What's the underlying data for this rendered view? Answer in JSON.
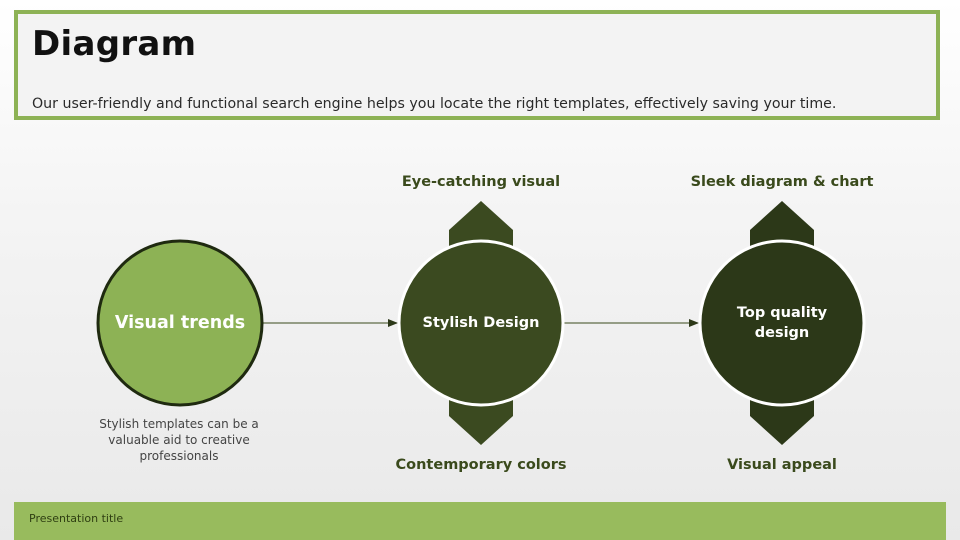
{
  "header": {
    "title": "Diagram",
    "subtitle": "Our user-friendly and functional search engine helps you locate the right templates, effectively saving your time."
  },
  "nodes": [
    {
      "label": "Visual trends",
      "color": "#8db255"
    },
    {
      "label": "Stylish Design",
      "color": "#3b4a20"
    },
    {
      "label": "Top quality design",
      "color": "#2c3818"
    }
  ],
  "callouts": {
    "stylish_top": "Eye-catching visual",
    "stylish_bottom": "Contemporary colors",
    "quality_top": "Sleek diagram & chart",
    "quality_bottom": "Visual appeal"
  },
  "description": "Stylish templates can be a valuable aid to creative professionals",
  "footer": {
    "text": "Presentation title"
  },
  "colors": {
    "accent_green": "#8db255",
    "dark_green": "#3b4a20",
    "darker_green": "#2c3818",
    "footer_green": "#98bb5d"
  }
}
